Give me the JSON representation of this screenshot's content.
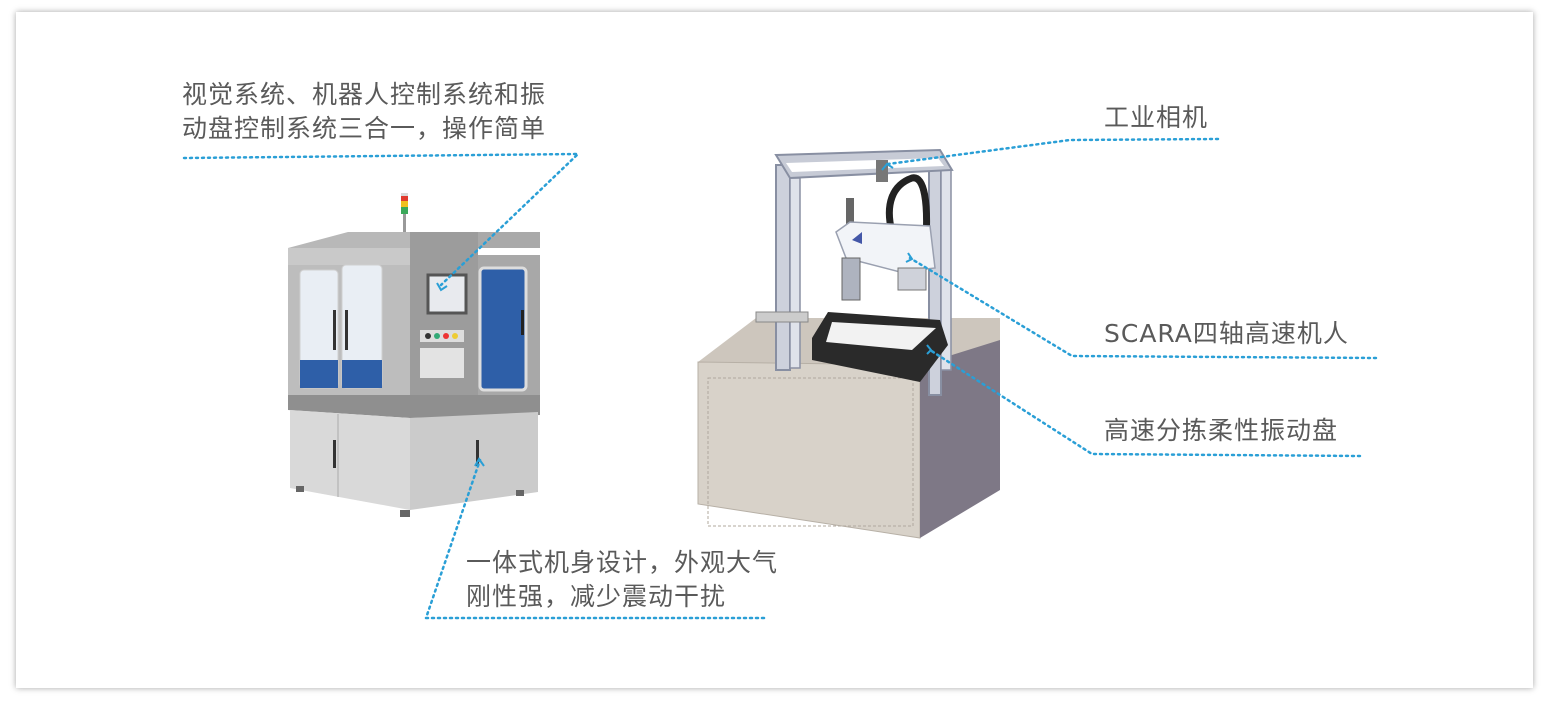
{
  "callouts": {
    "control_system": {
      "line1": "视觉系统、机器人控制系统和振",
      "line2": "动盘控制系统三合一，操作简单"
    },
    "camera": "工业相机",
    "scara": "SCARA四轴高速机人",
    "feeder": "高速分拣柔性振动盘",
    "body": {
      "line1": "一体式机身设计，外观大气",
      "line2": "刚性强，减少震动干扰"
    }
  },
  "colors": {
    "leader_line": "#2a9fd6",
    "text": "#5a5a5a"
  }
}
